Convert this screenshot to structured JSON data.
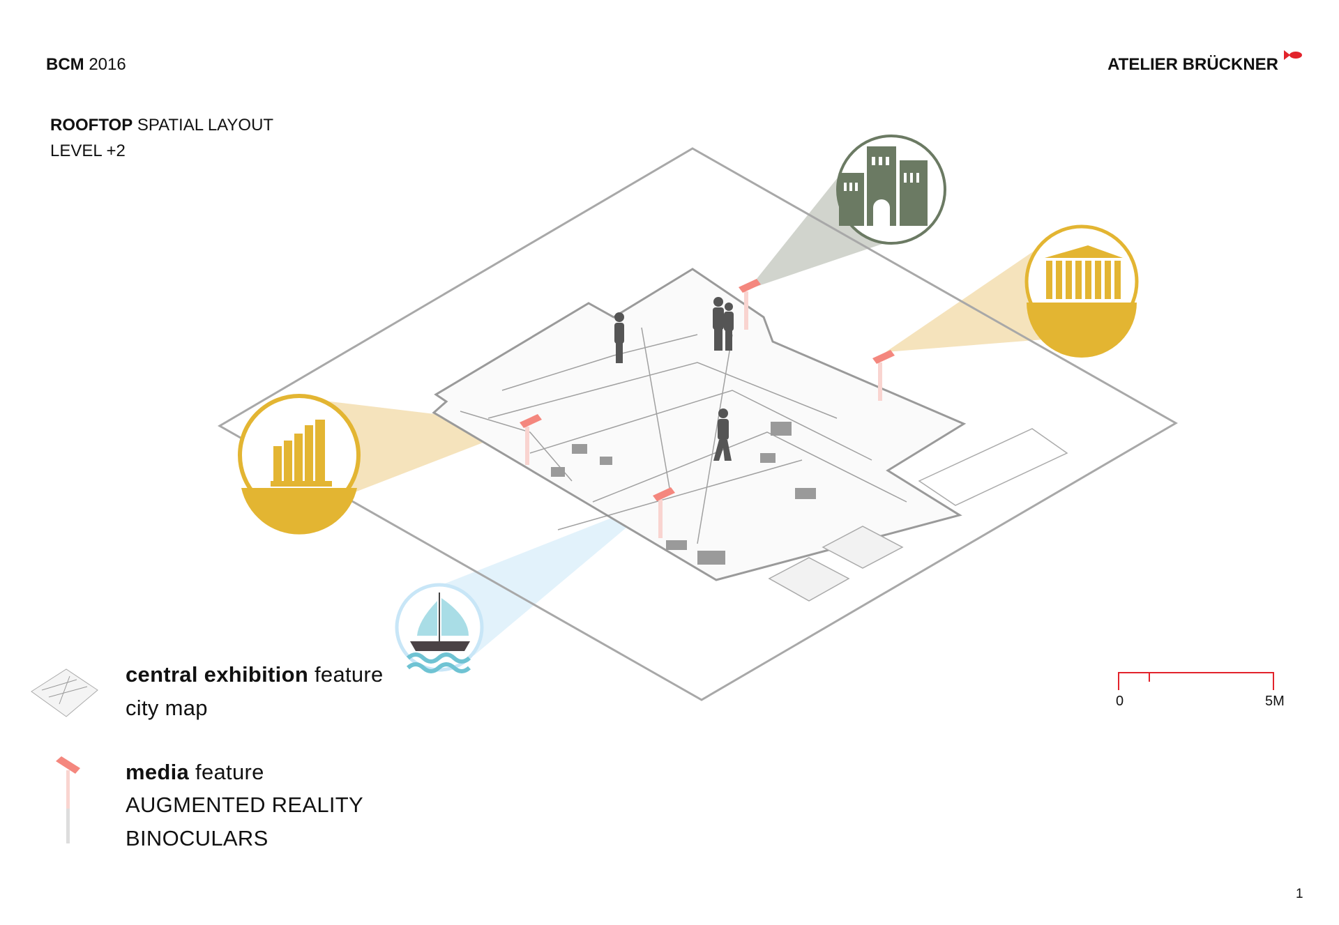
{
  "header": {
    "project_bold": "BCM",
    "project_year": "2016",
    "brand": "ATELIER BRÜCKNER",
    "title_bold": "ROOFTOP",
    "title_rest": "SPATIAL LAYOUT",
    "level": "LEVEL +2"
  },
  "legend": [
    {
      "icon": "city-map-icon",
      "title_bold": "central exhibition",
      "title_rest": "feature",
      "subtitle": "city map"
    },
    {
      "icon": "binoculars-icon",
      "title_bold": "media",
      "title_rest": "feature",
      "lines": [
        "AUGMENTED REALITY",
        "BINOCULARS"
      ]
    }
  ],
  "scale_bar": {
    "start_label": "0",
    "end_label": "5M",
    "color": "#e2232b"
  },
  "page_number": "1",
  "colors": {
    "accent_yellow": "#e3b532",
    "accent_green": "#6b7a63",
    "accent_blue": "#8fd0dc",
    "binocular_red": "#f4877e",
    "outline_gray": "#a8a8a8"
  }
}
